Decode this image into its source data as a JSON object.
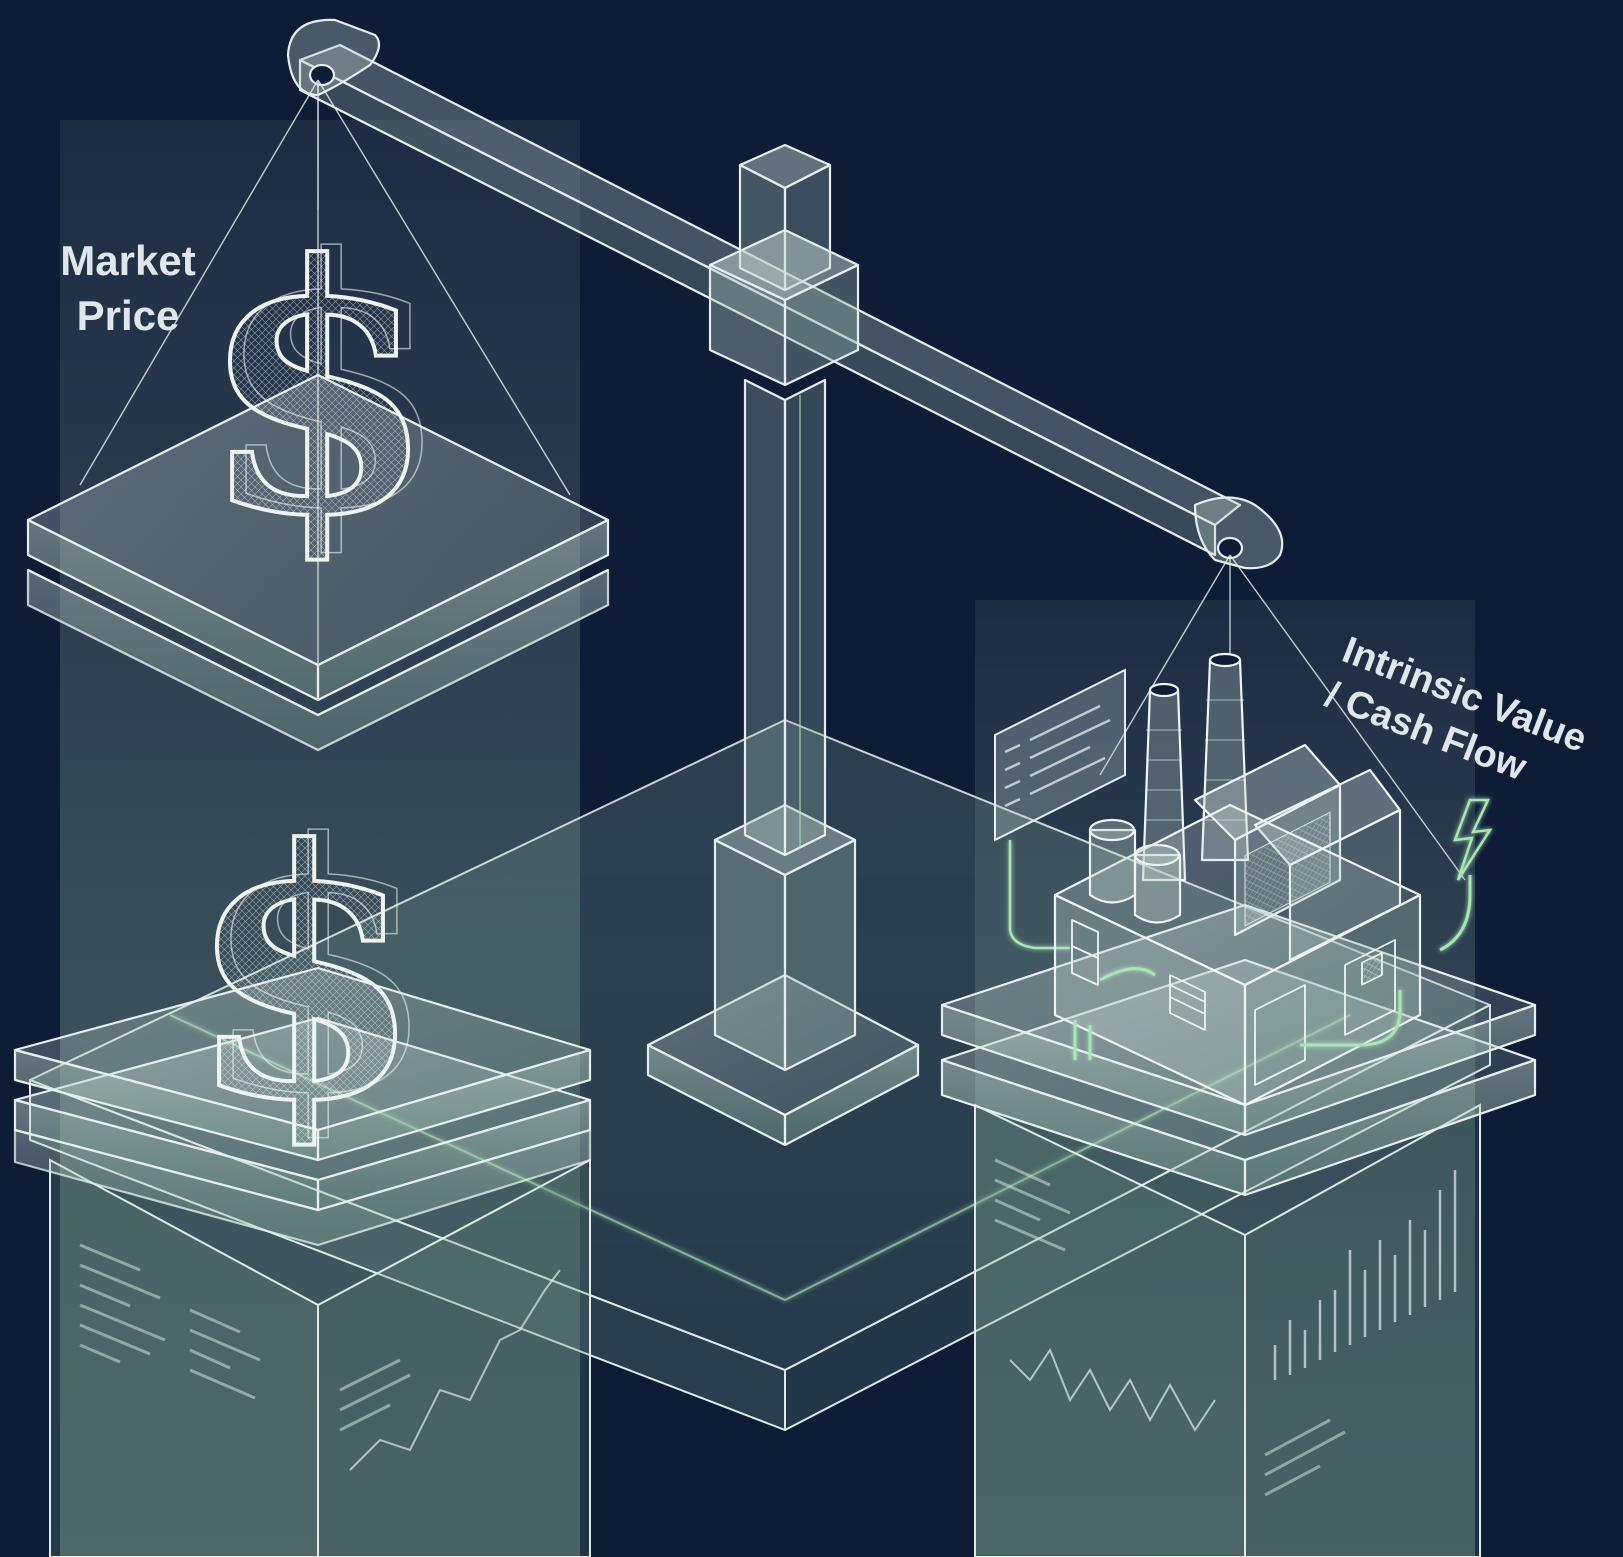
{
  "labels": {
    "market_price_line1": "Market",
    "market_price_line2": "Price",
    "intrinsic_line1": "Intrinsic Value",
    "intrinsic_line2": "/ Cash Flow"
  },
  "colors": {
    "background": "#0f1c36",
    "wireframe": "#e6eef0",
    "glass": "#c9d6d4",
    "accent_green": "#a8e6b8",
    "text": "#dfe7ec"
  },
  "icons": [
    "dollar-sign-icon",
    "factory-icon",
    "lightning-bolt-icon"
  ]
}
